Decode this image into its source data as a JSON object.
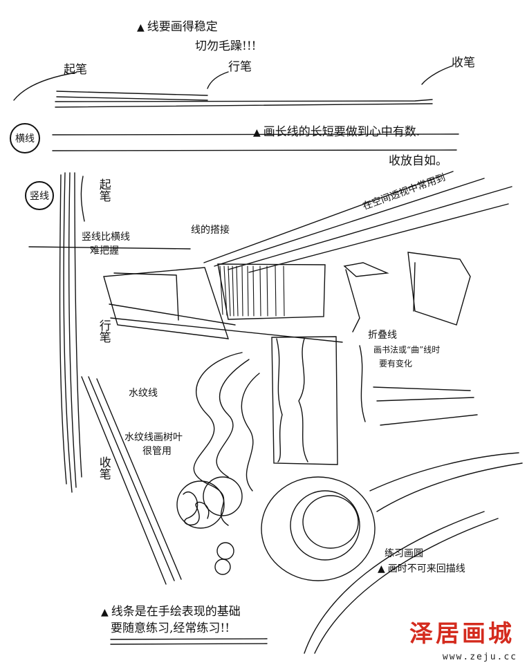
{
  "notes": {
    "title_line1": "线要画得稳定",
    "title_line2": "切勿毛躁!!!",
    "start_stroke": "起笔",
    "move_stroke": "行笔",
    "end_stroke": "收笔",
    "horizontal_badge": "横线",
    "long_short_note": "画长线的长短要做到心中有数.",
    "freely": "收放自如。",
    "vertical_badge": "竖线",
    "vert_start": "起笔",
    "vert_vs_horiz_line1": "竖线比横线",
    "vert_vs_horiz_line2": "难把握",
    "line_overlap": "线的搭接",
    "space_perspective": "在空间透视中常用到",
    "fold_line1": "折叠线",
    "fold_line2": "画书法或“曲”线时",
    "fold_line3": "要有变化",
    "vert_move": "行笔",
    "wave_line": "水纹线",
    "wave_tree_line1": "水纹线画树叶",
    "wave_tree_line2": "很管用",
    "vert_end": "收笔",
    "circle_line1": "练习画圆",
    "circle_line2": "画时不可来回描线",
    "bottom_line1": "线条是在手绘表现的基础",
    "bottom_line2": "要随意练习,经常练习!!"
  },
  "watermark": {
    "brand": "泽居画城",
    "url": "www.zeju.cc",
    "brand_color": "#d42b1e"
  }
}
